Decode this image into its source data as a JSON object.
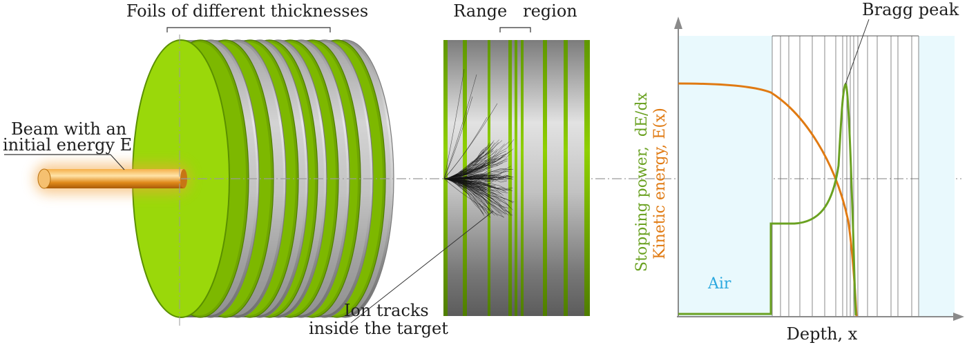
{
  "labels": {
    "foils": "Foils of different thicknesses",
    "range_region": "Range   region",
    "beam_line1": "Beam with an",
    "beam_line2": "initial energy E",
    "ion_tracks_line1": "Ion tracks",
    "ion_tracks_line2": "inside the target",
    "bragg_peak": "Bragg peak",
    "air": "Air",
    "x_axis": "Depth, x",
    "y_axis_stopping": "Stopping power,  dE/dx",
    "y_axis_energy": "Kinetic energy, E(x)"
  },
  "colors": {
    "foil_green": "#8fd400",
    "foil_rim": "#5a8f00",
    "stopping_power_curve": "#6aa121",
    "kinetic_energy_curve": "#e07a12",
    "air_region": "#e9f9fd",
    "air_label": "#2aa8df",
    "beam": "#e08a1a"
  },
  "chart": {
    "kinetic_energy": {
      "entrance_level": 0.86,
      "note": "decreases to zero at the end of range"
    },
    "stopping_power": {
      "air_level": 0.0,
      "target_entrance_level": 0.34,
      "peak_level": 0.86
    }
  }
}
